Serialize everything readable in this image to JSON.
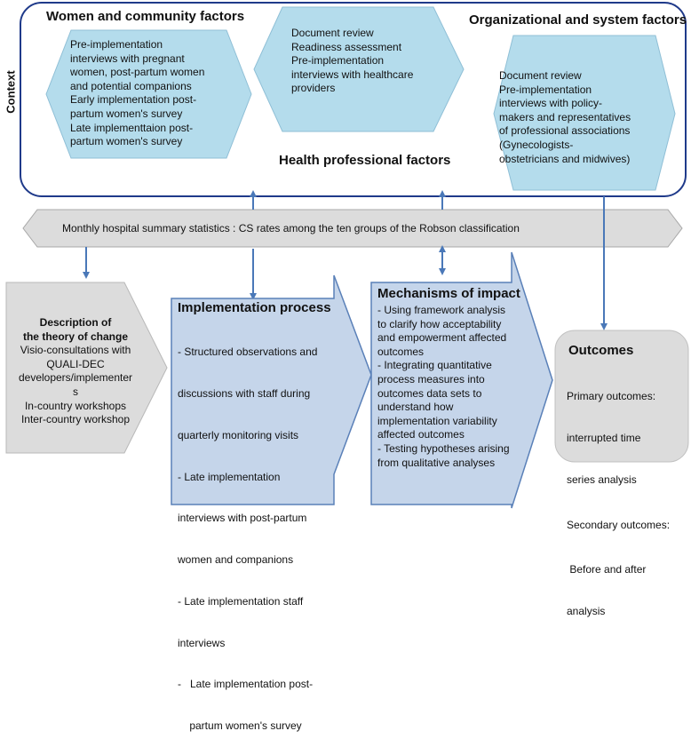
{
  "context_label": "Context",
  "context_panel": {
    "women": {
      "title": "Women and community factors",
      "lines": [
        "Pre-implementation",
        "interviews with pregnant",
        "women, post-partum women",
        "and potential companions",
        "Early implementation post-",
        "partum women's survey",
        "Late implementtaion post-",
        "partum women's survey"
      ]
    },
    "health": {
      "title": "Health professional factors",
      "lines": [
        "Document review",
        "Readiness assessment",
        "Pre-implementation",
        "interviews with healthcare",
        "providers"
      ]
    },
    "org": {
      "title": "Organizational and system factors",
      "lines": [
        "Document review",
        "Pre-implementation",
        "interviews with policy-",
        "makers and representatives",
        "of professional associations",
        "(Gynecologists-",
        "obstetricians and midwives)"
      ]
    }
  },
  "banner": {
    "text": "Monthly hospital summary statistics : CS rates among the ten groups of the Robson classification"
  },
  "theory": {
    "title_lines": [
      "Description of",
      "the theory of change"
    ],
    "lines": [
      "Visio-consultations with",
      "QUALI-DEC",
      "developers/implementer",
      "s",
      "In-country workshops",
      "Inter-country workshop"
    ]
  },
  "implementation": {
    "title": "Implementation process",
    "lines": [
      "- Structured observations and",
      "discussions with staff during",
      "quarterly monitoring visits",
      "- Late implementation",
      "interviews with post-partum",
      "women and companions",
      "- Late implementation staff",
      "interviews",
      "-   Late implementation post-",
      "    partum women's survey"
    ]
  },
  "mechanisms": {
    "title": "Mechanisms of impact",
    "lines": [
      "- Using framework analysis",
      "to clarify how acceptability",
      "and empowerment affected",
      "outcomes",
      "- Integrating quantitative",
      "process measures into",
      "outcomes data sets to",
      "understand how",
      "implementation variability",
      "affected outcomes",
      "- Testing  hypotheses arising",
      "from qualitative analyses"
    ]
  },
  "outcomes": {
    "title": "Outcomes",
    "lines": [
      "Primary outcomes:",
      "interrupted time",
      "series analysis",
      "Secondary outcomes:",
      " Before and after",
      "analysis"
    ]
  },
  "colors": {
    "panel_border": "#1f3a8a",
    "hexagon_fill": "#b4dcec",
    "hexagon_stroke": "#8fbfd6",
    "banner_fill": "#dcdcdc",
    "gray_arrow_fill": "#dcdcdc",
    "blue_arrow_fill": "#c5d5ea",
    "blue_arrow_stroke": "#5a80b8",
    "outcomes_fill": "#dcdcdc",
    "connector": "#4a78b8"
  }
}
